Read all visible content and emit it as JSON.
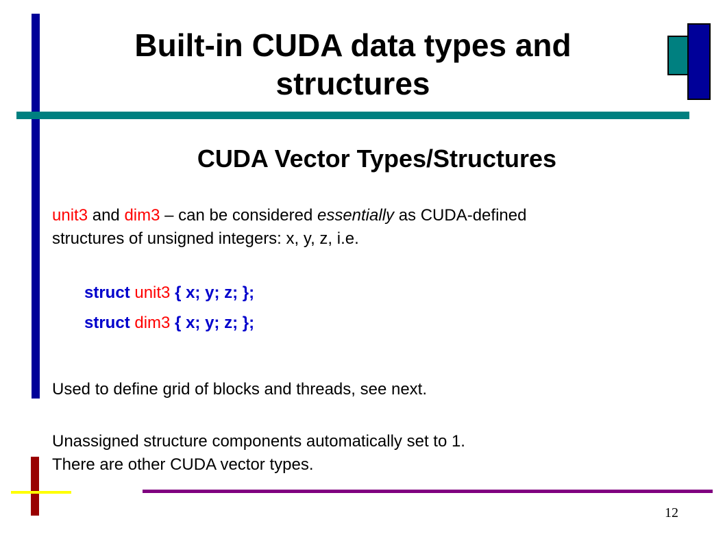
{
  "title_line1": "Built-in CUDA data types and",
  "title_line2": "structures",
  "subtitle": "CUDA Vector Types/Structures",
  "intro": {
    "term1": "unit3",
    "and": " and ",
    "term2": "dim3",
    "dash_text": " – can be considered ",
    "emph": "essentially",
    "rest_line1": " as CUDA-defined",
    "line2": "structures of unsigned integers: x, y, z, i.e."
  },
  "code": [
    {
      "keyword": "struct ",
      "name": "unit3",
      "body": " { x; y; z; };"
    },
    {
      "keyword": "struct ",
      "name": "dim3",
      "body": " { x; y; z; };"
    }
  ],
  "usage": "Used to define grid of blocks and threads, see next.",
  "note1": "Unassigned structure components automatically set to 1.",
  "note2": "There are other CUDA vector types.",
  "page_number": "12",
  "colors": {
    "navy": "#000099",
    "teal": "#008080",
    "dark_red": "#990000",
    "yellow": "#ffff00",
    "purple": "#800080",
    "highlight_red": "#ff0000",
    "code_blue": "#0000cc"
  }
}
